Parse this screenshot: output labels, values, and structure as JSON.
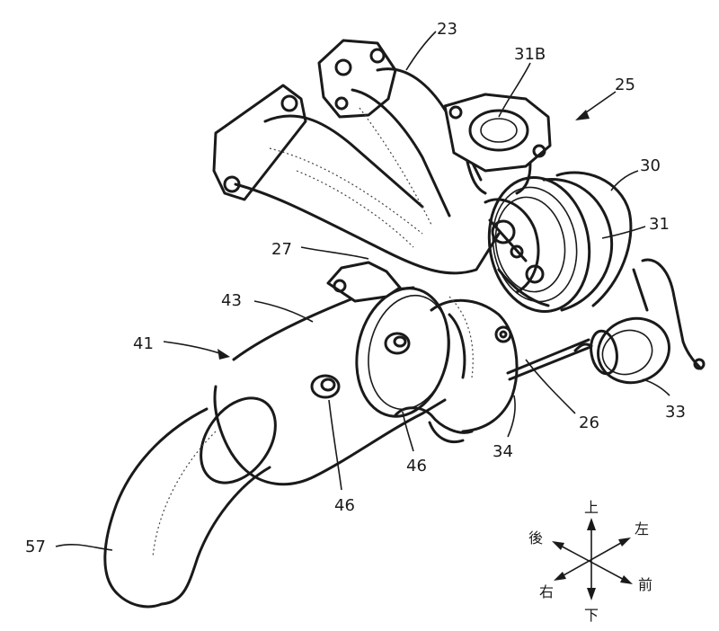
{
  "labels": {
    "l23": "23",
    "l31b": "31B",
    "l25": "25",
    "l30": "30",
    "l31": "31",
    "l27": "27",
    "l43": "43",
    "l41": "41",
    "l26": "26",
    "l34": "34",
    "l33": "33",
    "l46a": "46",
    "l46b": "46",
    "l57": "57"
  },
  "compass": {
    "up": "上",
    "down": "下",
    "rear": "後",
    "left": "左",
    "right": "右",
    "front": "前"
  }
}
